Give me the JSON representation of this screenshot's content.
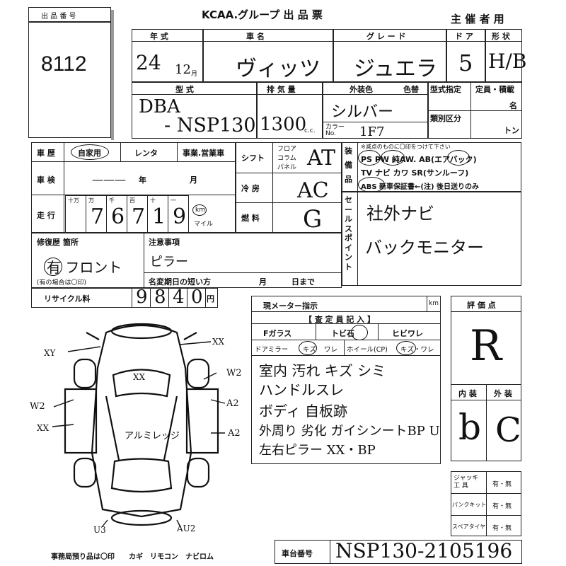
{
  "header": {
    "lot_label": "出 品 番 号",
    "lot_number": "8112",
    "title": "KCAA.グループ 出 品 票",
    "organizer": "主 催 者 用"
  },
  "labels": {
    "year": "年 式",
    "car_name": "車 名",
    "grade": "グ レ ー ド",
    "doors": "ド ア",
    "body_type": "形 状",
    "model": "型 式",
    "displacement": "排 気 量",
    "exterior_color": "外装色",
    "color_change": "色替",
    "model_designation": "型式指定",
    "category_no": "類別区分",
    "capacity": "定員・積載",
    "persons": "名",
    "tons": "トン",
    "color_no": "カラー No.",
    "history": "車 歴",
    "history_private": "自家用",
    "history_rental": "レンタ",
    "history_business": "事業.営業車",
    "inspection": "車 検",
    "inspection_year": "年",
    "inspection_month": "月",
    "mileage": "走 行",
    "mileage_units": [
      "十万",
      "万",
      "千",
      "百",
      "十",
      "一"
    ],
    "km": "km",
    "mile": "マイル",
    "shift": "シフト",
    "shift_floor": "フロア",
    "shift_column": "コラム",
    "shift_panel": "パネル",
    "aircon": "冷 房",
    "fuel": "燃 料",
    "equip": "装 備 品",
    "equip_note": "※減点のものに〇印をつけて下さい",
    "equip_row1": "PS PW 純AW. AB(エアバック)",
    "equip_row2": "TV ナビ カワ SR(サンルーフ)",
    "equip_row3": "ABS 新車保証書←(注) 後日送りのみ",
    "sales_points": "セールスポイント",
    "repair_history": "修復歴 箇所",
    "repair_note": "(有の場合は〇印)",
    "caution": "注意事項",
    "name_change": "名変期日の短い方",
    "month": "月",
    "day": "日まで",
    "recycle": "リサイクル料",
    "yen": "円",
    "meter": "現メーター指示",
    "meter_unit": "km",
    "inspector_entry": "【 査 定 員 記 入 】",
    "glass": "Fガラス",
    "tobi": "トビ石",
    "crack": "ヒビワレ",
    "door_mirror": "ドアミラー",
    "scratch": "キズ",
    "crack2": "ワレ",
    "wheel": "ホイール(CP)",
    "scratch2": "キズ・ワレ",
    "score": "評 価 点",
    "interior": "内 装",
    "exterior": "外 装",
    "jack": "ジャッキ 工 具",
    "puncture_kit": "パンクキット",
    "spare_tire": "スペアタイヤ",
    "yes_no": "有・無",
    "chassis_label": "車台番号",
    "footer": "事務局預り品は〇印　　カギ　リモコン　ナビロム"
  },
  "values": {
    "year": "24",
    "month": "12",
    "month_unit": "月",
    "car_name": "ヴィッツ",
    "grade": "ジュエラ",
    "doors": "5",
    "body_type": "H/B",
    "model_prefix": "DBA",
    "model": "- NSP130",
    "displacement": "1300",
    "cc": "c.c.",
    "exterior_color": "シルバー",
    "color_no": "1F7",
    "inspection_dash": "———",
    "mileage_digits": [
      "",
      "7",
      "6",
      "7",
      "1",
      "9"
    ],
    "shift": "AT",
    "aircon": "AC",
    "fuel": "G",
    "sales_points": [
      "社外ナビ",
      "バックモニター"
    ],
    "repair": "有 フロント",
    "caution": "ピラー",
    "recycle_digits": [
      "9",
      "8",
      "4",
      "0"
    ],
    "assessor_notes": [
      "室内 汚れ キズ シミ",
      "ハンドルスレ",
      "ボディ 自板跡",
      "外周り 劣化 ガイシンートBP U",
      "左右ピラー XX・BP"
    ],
    "score": "R",
    "interior": "b",
    "exterior": "C",
    "chassis": "NSP130-2105196",
    "map_marks": [
      "XY",
      "XX",
      "XX",
      "W2",
      "A2",
      "W2",
      "XX",
      "A2",
      "U3",
      "AU2"
    ],
    "map_center": "アルミレッジ"
  }
}
